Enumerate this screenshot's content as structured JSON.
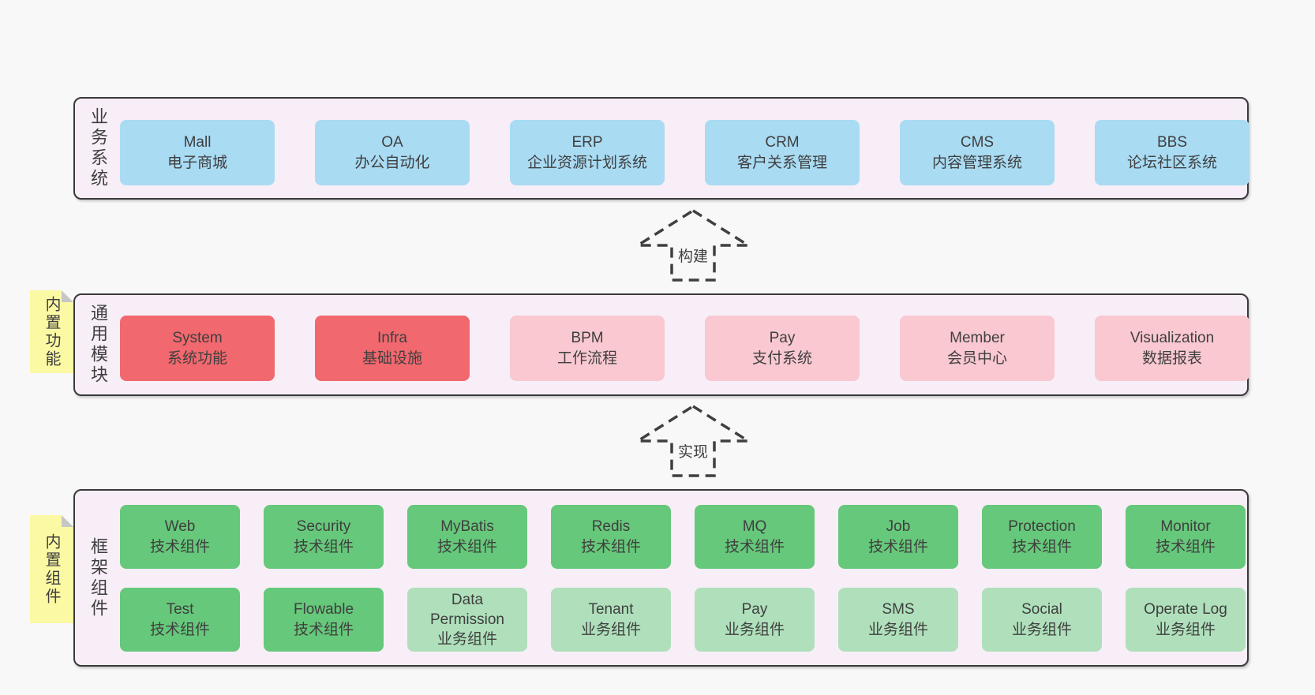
{
  "colors": {
    "page_bg": "#f8f8f8",
    "container_bg": "#f8eef7",
    "container_border": "#3a3a3a",
    "blue": "#a9dbf3",
    "red": "#f1686e",
    "pink": "#f9c8d1",
    "green": "#66c87a",
    "lightgreen": "#afe0bb",
    "note_yellow": "#fbf9a3",
    "note_fold": "#c6c6c6",
    "text": "#3f3f3f",
    "arrow_stroke": "#3f3f3f"
  },
  "layers": {
    "business": {
      "label": "业务系统",
      "boxes": [
        {
          "title": "Mall",
          "subtitle": "电子商城",
          "variant": "blue"
        },
        {
          "title": "OA",
          "subtitle": "办公自动化",
          "variant": "blue"
        },
        {
          "title": "ERP",
          "subtitle": "企业资源计划系统",
          "variant": "blue"
        },
        {
          "title": "CRM",
          "subtitle": "客户关系管理",
          "variant": "blue"
        },
        {
          "title": "CMS",
          "subtitle": "内容管理系统",
          "variant": "blue"
        },
        {
          "title": "BBS",
          "subtitle": "论坛社区系统",
          "variant": "blue"
        }
      ]
    },
    "modules": {
      "label": "通用模块",
      "note": "内置功能",
      "boxes": [
        {
          "title": "System",
          "subtitle": "系统功能",
          "variant": "red"
        },
        {
          "title": "Infra",
          "subtitle": "基础设施",
          "variant": "red"
        },
        {
          "title": "BPM",
          "subtitle": "工作流程",
          "variant": "pink"
        },
        {
          "title": "Pay",
          "subtitle": "支付系统",
          "variant": "pink"
        },
        {
          "title": "Member",
          "subtitle": "会员中心",
          "variant": "pink"
        },
        {
          "title": "Visualization",
          "subtitle": "数据报表",
          "variant": "pink"
        }
      ]
    },
    "components": {
      "label": "框架组件",
      "note": "内置组件",
      "row1": [
        {
          "title": "Web",
          "subtitle": "技术组件",
          "variant": "green"
        },
        {
          "title": "Security",
          "subtitle": "技术组件",
          "variant": "green"
        },
        {
          "title": "MyBatis",
          "subtitle": "技术组件",
          "variant": "green"
        },
        {
          "title": "Redis",
          "subtitle": "技术组件",
          "variant": "green"
        },
        {
          "title": "MQ",
          "subtitle": "技术组件",
          "variant": "green"
        },
        {
          "title": "Job",
          "subtitle": "技术组件",
          "variant": "green"
        },
        {
          "title": "Protection",
          "subtitle": "技术组件",
          "variant": "green"
        },
        {
          "title": "Monitor",
          "subtitle": "技术组件",
          "variant": "green"
        }
      ],
      "row2": [
        {
          "title": "Test",
          "subtitle": "技术组件",
          "variant": "green"
        },
        {
          "title": "Flowable",
          "subtitle": "技术组件",
          "variant": "green"
        },
        {
          "title": "Data Permission",
          "subtitle": "业务组件",
          "variant": "lightgreen"
        },
        {
          "title": "Tenant",
          "subtitle": "业务组件",
          "variant": "lightgreen"
        },
        {
          "title": "Pay",
          "subtitle": "业务组件",
          "variant": "lightgreen"
        },
        {
          "title": "SMS",
          "subtitle": "业务组件",
          "variant": "lightgreen"
        },
        {
          "title": "Social",
          "subtitle": "业务组件",
          "variant": "lightgreen"
        },
        {
          "title": "Operate Log",
          "subtitle": "业务组件",
          "variant": "lightgreen"
        }
      ]
    }
  },
  "arrows": {
    "build": {
      "label": "构建"
    },
    "implement": {
      "label": "实现"
    }
  }
}
